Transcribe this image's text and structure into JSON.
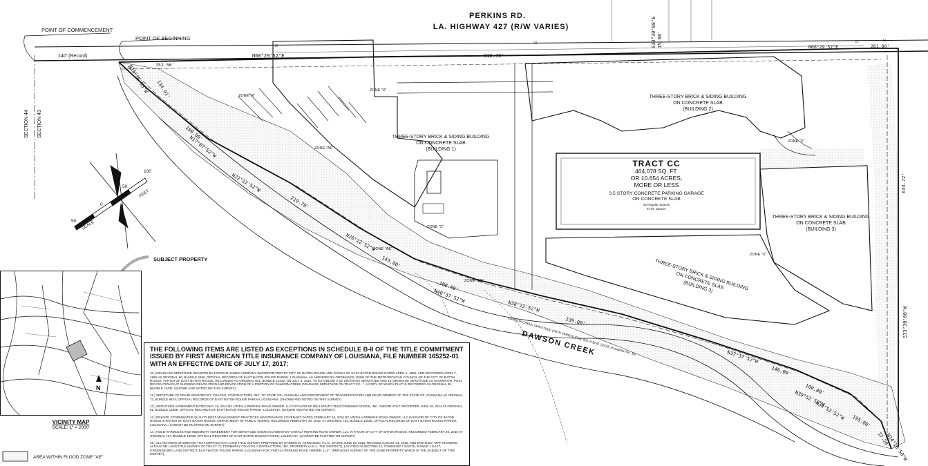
{
  "road": {
    "name": "PERKINS RD.",
    "highway": "LA. HIGHWAY 427 (R/W VARIES)"
  },
  "labels": {
    "point_of_commencement": "POINT OF COMMENCEMENT",
    "point_of_beginning": "POINT OF BEGINNING",
    "record_dist": "140' (Record)",
    "section_44": "SECTION 44",
    "section_43": "SECTION 43",
    "subject_property": "SUBJECT PROPERTY",
    "dawson_creek": "DAWSON CREEK",
    "zone_x": "ZONE \"X\"",
    "zone_ae": "ZONE \"AE\"",
    "dawson_creek_servitude": "DAWSON CREEK SERVITUDE (WITH VARIES) (Orig. 601 of Bndl. 12422) (Exception No. 10)",
    "flood_legend": "AREA WITHIN FLOOD ZONE \"AE\""
  },
  "tract": {
    "name": "TRACT CC",
    "area_sqft": "464,078 SQ. FT.",
    "area_acres": "OR 10.654 ACRES,",
    "more_or_less": "MORE OR LESS",
    "garage_line1": "3.5 STORY CONCRETE PARKING GARAGE",
    "garage_line2": "ON CONCRETE SLAB",
    "garage_spaces1": "43 Regular Spaces",
    "garage_spaces2": "6 H/C Spaces"
  },
  "buildings": [
    {
      "line1": "THREE-STORY BRICK & SIDING BUILDING",
      "line2": "ON CONCRETE SLAB",
      "line3": "(BUILDING 1)"
    },
    {
      "line1": "THREE-STORY BRICK & SIDING BUILDING",
      "line2": "ON CONCRETE SLAB",
      "line3": "(BUILDING 2)"
    },
    {
      "line1": "THREE-STORY BRICK & SIDING BUILDING",
      "line2": "ON CONCRETE SLAB",
      "line3": "(BUILDING 3)"
    },
    {
      "line1": "THREE-STORY BRICK & SIDING BUILDING",
      "line2": "ON CONCRETE SLAB",
      "line3": "(BUILDING 3)"
    }
  ],
  "bearings": {
    "n15": "N15°16'53\"W",
    "n15_dist": "134.91'",
    "n17": "N17°07'52\"W",
    "n17_dist": "100.00'",
    "n22": "N22°22'52\"W",
    "n22_dist": "219.70'",
    "n26": "N26°22'52\"W",
    "n26_dist": "143.00'",
    "n40": "N40°37'52\"W",
    "n40_dist": "108.00'",
    "n38": "N38°22'52\"W",
    "n38_dist": "239.00'",
    "n37": "N37°37'52\"W",
    "n37_dist": "146.00'",
    "n39": "N39°52'52\"W",
    "n39_dist": "100.00'",
    "n34": "N34°52'52\"W",
    "n34_dist": "195.00'",
    "n24": "N24°16'50\"W",
    "n24_dist": "37.20'",
    "s33_top": "S33°30'08\"E",
    "s33_top_dist": "15.00'",
    "s33_right": "S33°30'08\"W",
    "east_dist": "633.72'",
    "n60_left": "N60°29'52\"E",
    "n60_right": "N60°29'52\"E",
    "front_dist": "910.30'",
    "front_right_dist": "261.80'",
    "top_left_dist": "152.56'"
  },
  "scale": {
    "ticks": [
      "50",
      "0",
      "50",
      "100"
    ],
    "unit": "FEET",
    "word": "SCALE",
    "north": "N"
  },
  "vicinity": {
    "title": "VICINITY MAP",
    "scale_text": "SCALE:  1\" = 2000'",
    "north": "N"
  },
  "notes": {
    "heading": "THE FOLLOWING ITEMS ARE LISTED AS EXCEPTIONS IN SCHEDULE B-II OF THE TITLE COMMITMENT ISSUED BY FIRST AMERICAN TITLE INSURANCE COMPANY OF LOUISIANA, FILE NUMBER 165252-01 WITH AN EFFECTIVE DATE OF JULY 17, 2017:",
    "items": [
      "10.) DRAINAGE SERVITUDE GRANTED BY FORCUM-JAMES COMPANY INCORPORATED TO CITY OF BATON ROUGE AND PARISH OF EAST BATON ROUGE DATED APRIL 1, 1955, AND RECORDED APRIL 7, 1955 AS ORIGINAL 60, BUNDLE 3460, OFFICIAL RECORDS OF EAST BATON ROUGE PARISH, LOUISIANA, AS AMENDED BY ORDINANCE 15336 OF THE METROPOLITAN COUNCIL OF THE CITY OF BATON ROUGE, PARISH OF EAST BATON ROUGE, RECORDED AS ORIGINAL 601, BUNDLE 12422, ON JULY 3, 2012, TO ESTABLISH A 33' DRAINAGE SERVITUDE AND 15' DRAINAGE SERVITUDE AS SHOWN ON \"POST REVOCATION PLAT SHOWING RELOCATION AND REVOCATION OF A PORTION OF DAWSON CREEK DRAINAGE SERVITUDE ON TRACT CC...\", A COPY OF WHICH PLAT IS RECORDED AS ORIGINAL 30, BUNDLE 12435. (SHOWN AND NOTED ON THIS SURVEY)",
      "11.) SERVITUDE OF DRAIN GRANTED BY COASTAL CONTRACTORS, INC. TO STATE OF LOUISIANA AND DEPARTMENT OF TRANSPORTATION AND DEVELOPMENT OF THE STATE OF LOUISIANA AS ORIGINAL 73, BUNDLE 9674, OFFICIAL RECORDS OF EAST BATON ROUGE PARISH, LOUISIANA. (SHOWN AND NOTED ON THIS SURVEY)",
      "12.) SERVITUDE AGREEMENT DATED MAY 16, 2014 BY VINTALA PERKINS ROAD OWNER, LLC IN FAVOR OF BELLSOUTH TELECOMMUNICATIONS, INC. AND/OR AT&T, RECORDED JUNE 16, 2014 AT ORIGINAL 51, BUNDLE 12585, OFFICIAL RECORDS OF EAST BATON ROUGE PARISH, LOUISIANA. (SHOWN AND NOTED ON SURVEY)",
      "13.) PRIVATE STORMWATER QUALITY BEST MANAGEMENT PRACTICES MAINTENANCE COVENANT DATED FEBRUARY 19, 2015 BY VINTALA PERKINS ROAD OWNER, LLC IN FAVOR OF CITY OF BATON ROUGE & PARISH OF EAST BATON ROUGE, DEPARTMENT OF PUBLIC WORKS, RECORDED FEBRUARY 20, 2015, AT ORIGINAL 724, BUNDLE 12635, OFFICIAL RECORDS OF EAST BATON ROUGE PARISH, LOUISIANA. (CANNOT BE PLOTTED ON SURVEY)",
      "14.) HOLD HARMLESS AND INDEMNITY AGREEMENT FOR SERVITUDE ENCROACHMENT BY VINTALA PERKINS ROAD OWNER, LLC IN FAVOR OF CITY OF BATON ROUGE, RECORDED FEBRUARY 20, 2015 AT ORIGINAL 727, BUNDLE 12635, OFFICIAL RECORDS OF EAST BATON ROUGE PARISH, LOUISIANA. (CANNOT BE PLOTTED ON SURVEY)",
      "15.) ALL MATTERS SHOWN ON THAT CERTAIN ALTA LAND TITLE SURVEY PREPARED BY DARWIN W. FERGUSON, P.L.S., DATED JUNE 18, 2015, REVISED AUGUST 31, 2015, AND ENTITLED \"MAP SHOWING ALTA/ACSM LAND TITLE SURVEY OF TRACT CC FORMERLY COASTAL CONTRACTORS, INC. PROPERTY (A.K.A. THE DISTRICT), LOCATED IN SECTION 43, TOWNSHIP 7 SOUTH, RANGE 1 EAST, GREENSBURG LAND DISTRICT, EAST BATON ROUGE PARISH, LOUISIANA FOR VINTALA PERKINS ROAD OWNER, LLC\". (PREVIOUS SURVEY OF THE SAME PROPERTY WHICH IS THE SUBJECT OF THIS SURVEY)"
    ]
  },
  "colors": {
    "line": "#111111",
    "stipple": "#7a7a7a",
    "background": "#ffffff"
  }
}
